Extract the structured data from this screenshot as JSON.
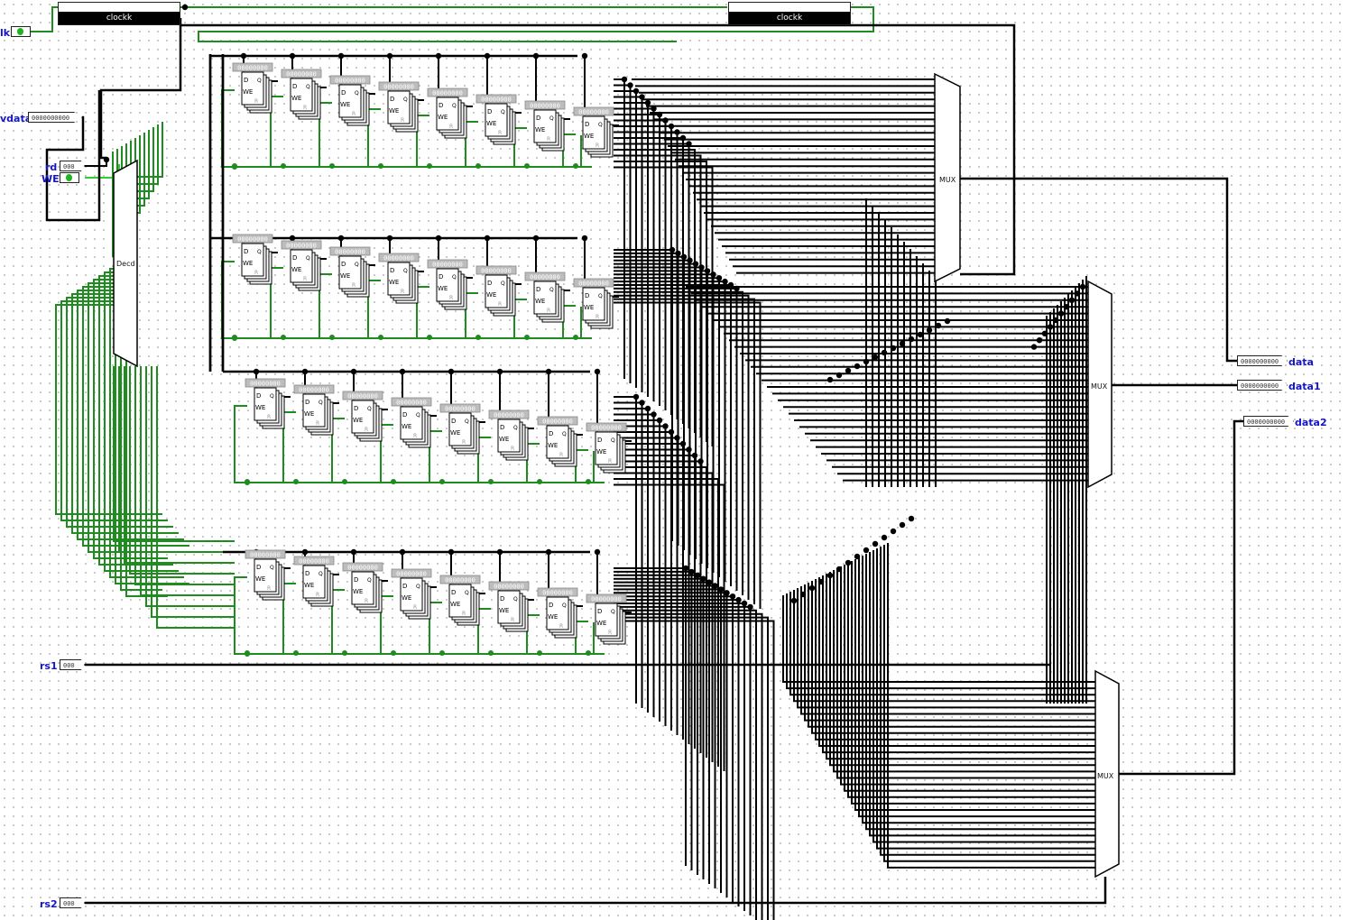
{
  "inputs": {
    "clk_label": "lk",
    "wdata_label": "vdata",
    "wdata_value": "0000000000",
    "rd_label": "rd",
    "rd_value": "000",
    "we_label": "WE",
    "rs1_label": "rs1",
    "rs1_value": "000",
    "rs2_label": "rs2",
    "rs2_value": "000"
  },
  "clock_blocks": [
    "clockk",
    "clockk"
  ],
  "decoder_label": "Decd",
  "register_value": "00000000",
  "reg_pin_labels": {
    "d": "D",
    "q": "Q",
    "we": "WE",
    "r": "R"
  },
  "mux_label": "MUX",
  "outputs": {
    "data_label": "data",
    "data_value": "0000000000",
    "data1_label": "data1",
    "data1_value": "0000000000",
    "data2_label": "data2",
    "data2_value": "0000000000"
  },
  "colors": {
    "wire": "#000000",
    "active_wire": "#1f8c1f",
    "label": "#1515c8"
  }
}
